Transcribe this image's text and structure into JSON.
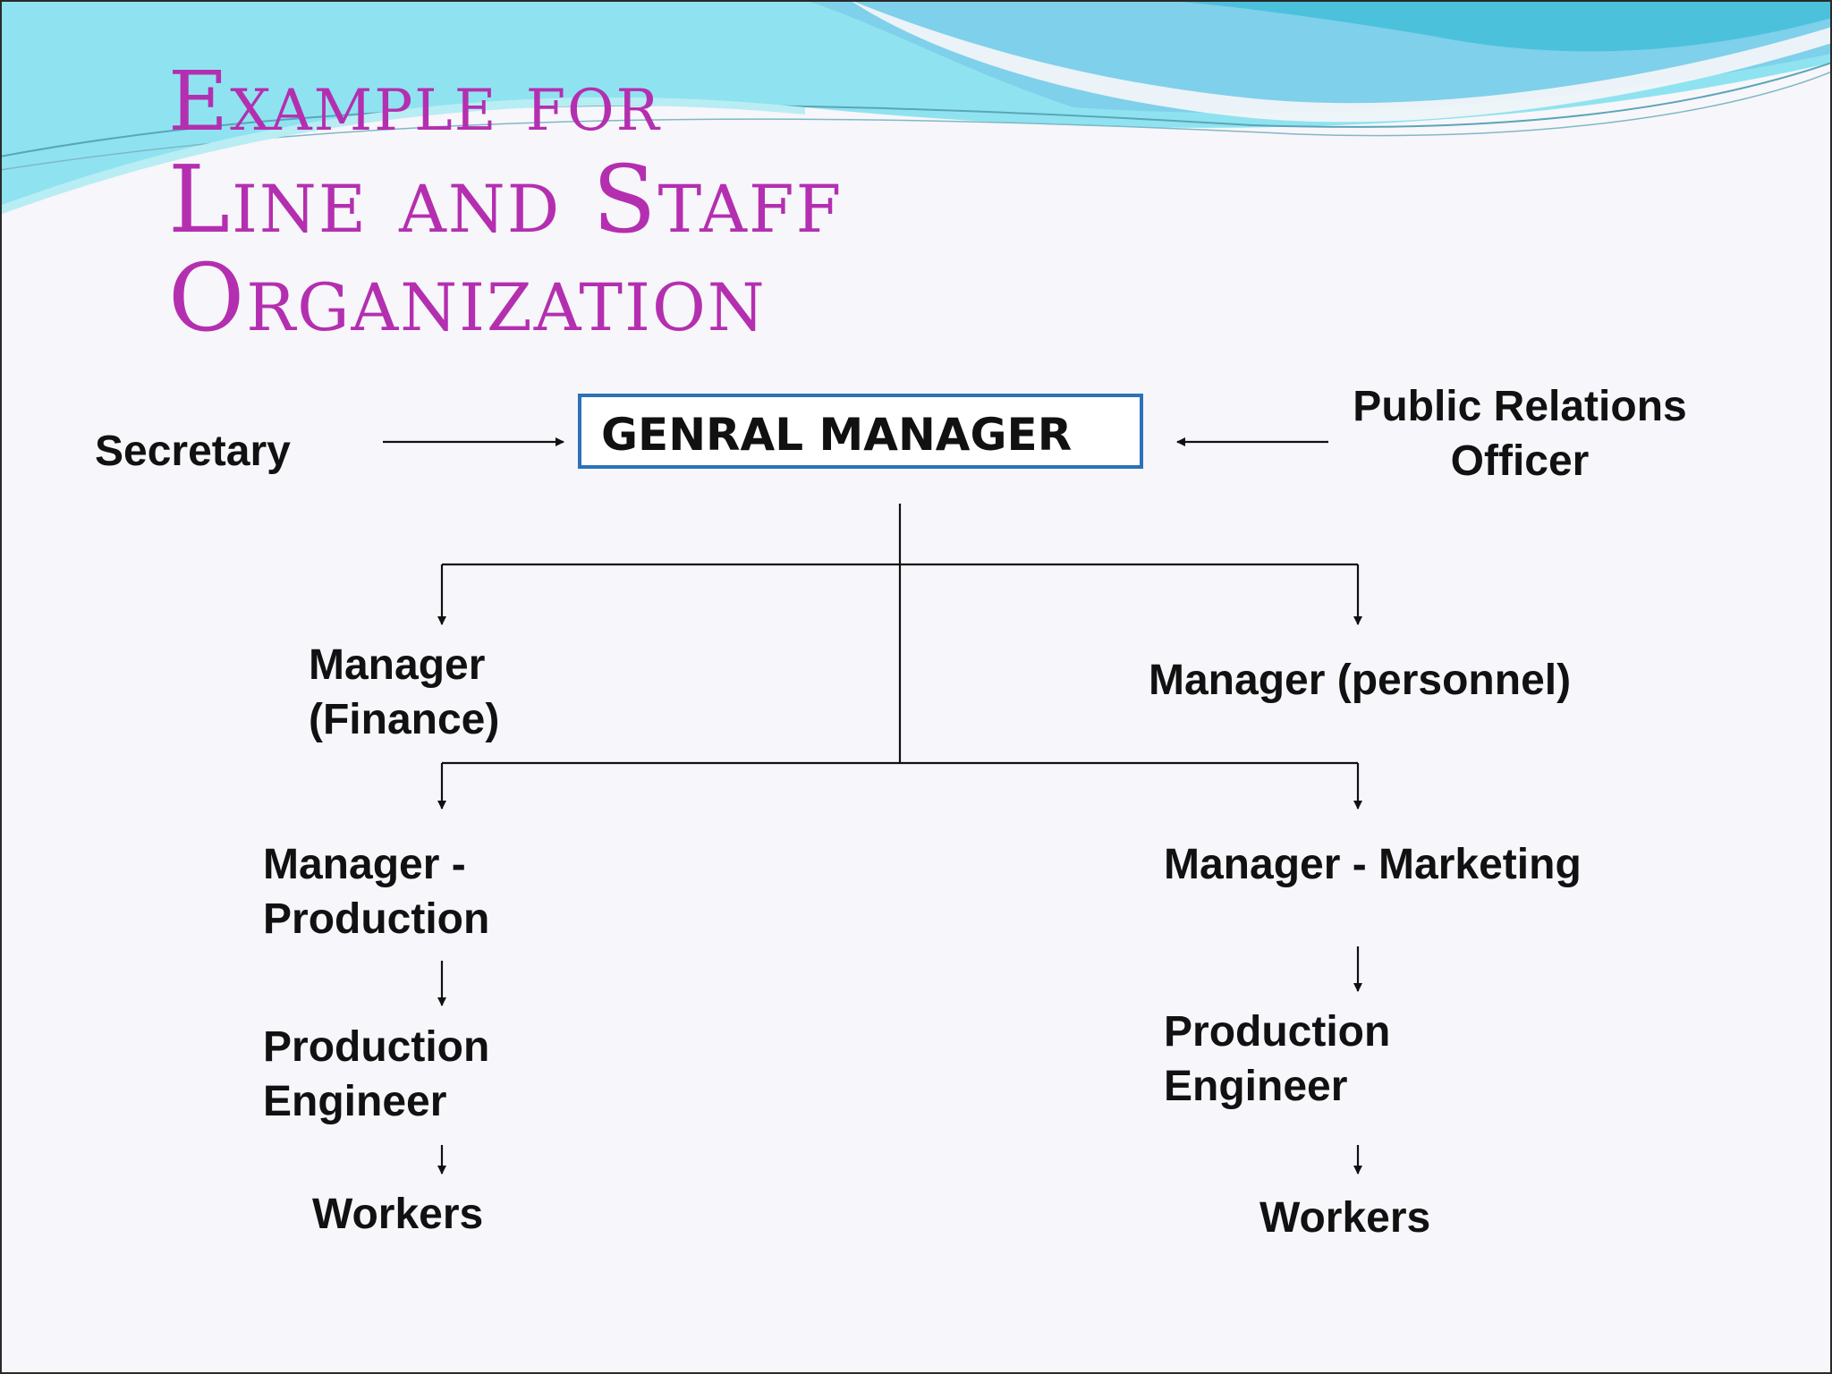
{
  "title": {
    "line1": "Example for",
    "line2": "Line and Staff",
    "line3": "Organization"
  },
  "colors": {
    "title": "#b42fb0",
    "box_border": "#2b72b8",
    "text": "#111111",
    "wave_light": "#8fe3f0",
    "wave_dark": "#4cc1dc"
  },
  "nodes": {
    "general_manager": "GENRAL MANAGER",
    "secretary": "Secretary",
    "pro_line1": "Public Relations",
    "pro_line2": "Officer",
    "mgr_finance_line1": "Manager",
    "mgr_finance_line2": "(Finance)",
    "mgr_personnel": "Manager (personnel)",
    "mgr_production_line1": "Manager -",
    "mgr_production_line2": "Production",
    "mgr_marketing": "Manager - Marketing",
    "left_engineer_line1": "Production",
    "left_engineer_line2": "Engineer",
    "right_engineer_line1": "Production",
    "right_engineer_line2": "Engineer",
    "left_workers": "Workers",
    "right_workers": "Workers"
  }
}
